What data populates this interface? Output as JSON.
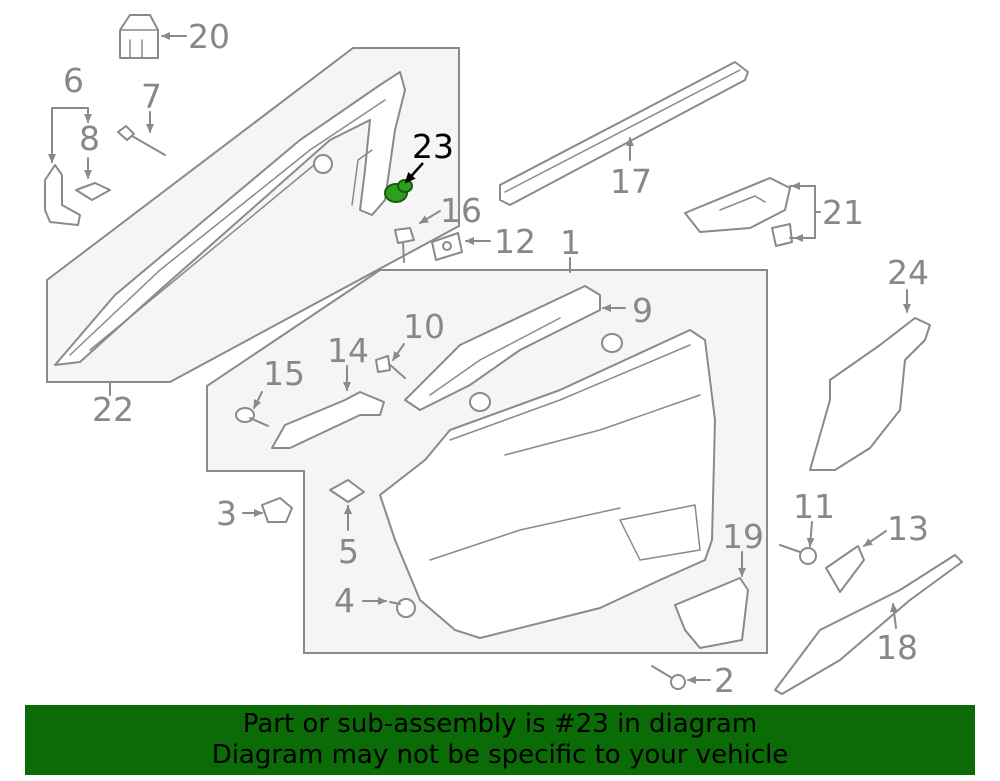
{
  "diagram": {
    "highlight_color": "#2e9e1e",
    "callouts": {
      "c1": "1",
      "c2": "2",
      "c3": "3",
      "c4": "4",
      "c5": "5",
      "c6": "6",
      "c7": "7",
      "c8": "8",
      "c9": "9",
      "c10": "10",
      "c11": "11",
      "c12": "12",
      "c13": "13",
      "c14": "14",
      "c15": "15",
      "c16": "16",
      "c17": "17",
      "c18": "18",
      "c19": "19",
      "c20": "20",
      "c21": "21",
      "c22": "22",
      "c23": "23",
      "c24": "24"
    },
    "highlighted_part": "23"
  },
  "banner": {
    "line1": "Part or sub-assembly is #23 in diagram",
    "line2": "Diagram may not be specific to your vehicle",
    "background": "#0b6b06"
  }
}
